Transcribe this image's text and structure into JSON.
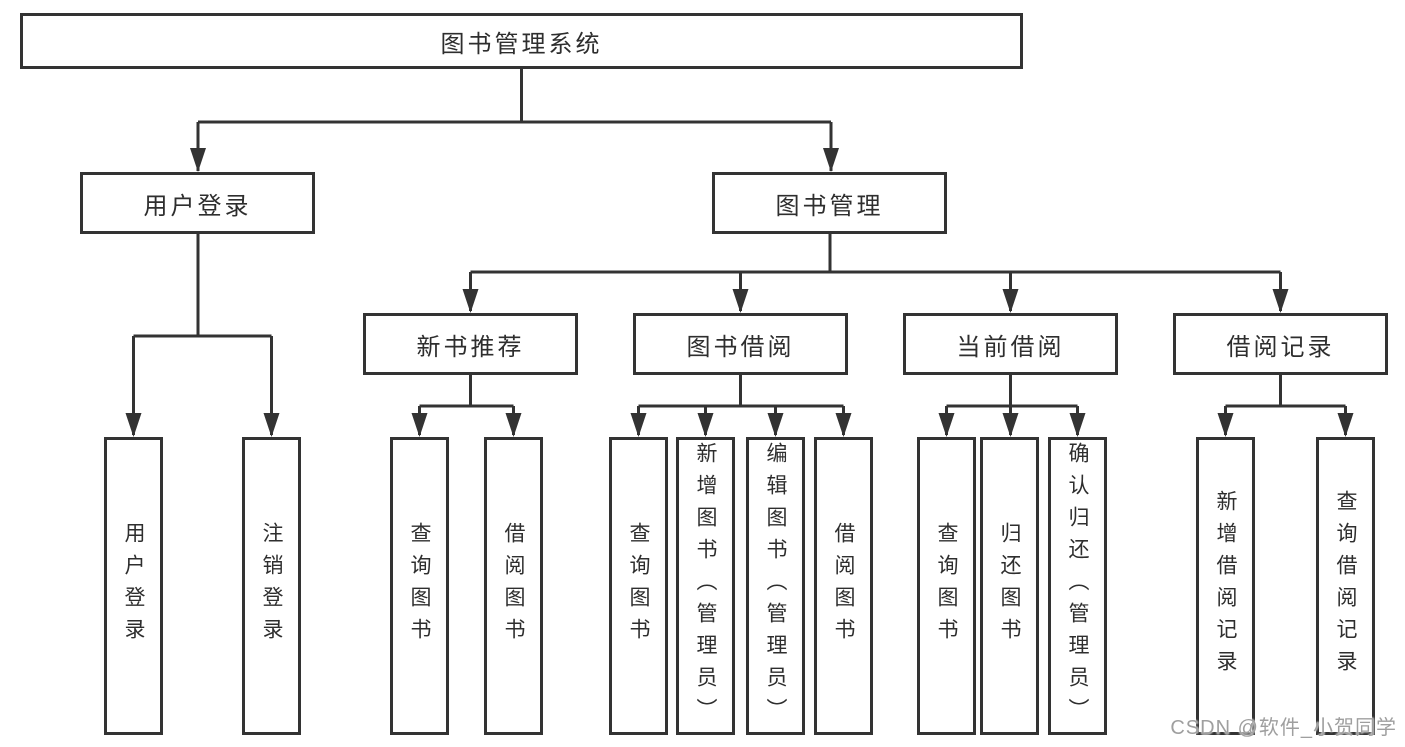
{
  "diagram_title": "图书管理系统",
  "nodes": {
    "root": {
      "label": "图书管理系统"
    },
    "userLogin": {
      "label": "用户登录"
    },
    "bookManagement": {
      "label": "图书管理"
    },
    "newBookRecommend": {
      "label": "新书推荐"
    },
    "bookBorrow": {
      "label": "图书借阅"
    },
    "currentBorrow": {
      "label": "当前借阅"
    },
    "borrowRecord": {
      "label": "借阅记录"
    },
    "leafUserLogin": {
      "label": "用户登录"
    },
    "leafLogout": {
      "label": "注销登录"
    },
    "leafQueryBookRec": {
      "label": "查询图书"
    },
    "leafBorrowBookRec": {
      "label": "借阅图书"
    },
    "leafQueryBookBorrow": {
      "label": "查询图书"
    },
    "leafAddBook": {
      "label": "新增图书（管理员）"
    },
    "leafEditBook": {
      "label": "编辑图书（管理员）"
    },
    "leafBorrowBookBorrow": {
      "label": "借阅图书"
    },
    "leafQueryBookCurrent": {
      "label": "查询图书"
    },
    "leafReturnBook": {
      "label": "归还图书"
    },
    "leafConfirmReturn": {
      "label": "确认归还（管理员）"
    },
    "leafAddBorrowRecord": {
      "label": "新增借阅记录"
    },
    "leafQueryBorrowRecord": {
      "label": "查询借阅记录"
    }
  },
  "hierarchy": {
    "图书管理系统": [
      "用户登录",
      "图书管理"
    ],
    "用户登录": [
      "用户登录",
      "注销登录"
    ],
    "图书管理": [
      "新书推荐",
      "图书借阅",
      "当前借阅",
      "借阅记录"
    ],
    "新书推荐": [
      "查询图书",
      "借阅图书"
    ],
    "图书借阅": [
      "查询图书",
      "新增图书（管理员）",
      "编辑图书（管理员）",
      "借阅图书"
    ],
    "当前借阅": [
      "查询图书",
      "归还图书",
      "确认归还（管理员）"
    ],
    "借阅记录": [
      "新增借阅记录",
      "查询借阅记录"
    ]
  },
  "watermark": {
    "text": "CSDN @软件_小贺同学"
  },
  "colors": {
    "line": "#333333",
    "text": "#2e2e2e",
    "watermark": "#9f9f9f",
    "background": "#ffffff"
  }
}
